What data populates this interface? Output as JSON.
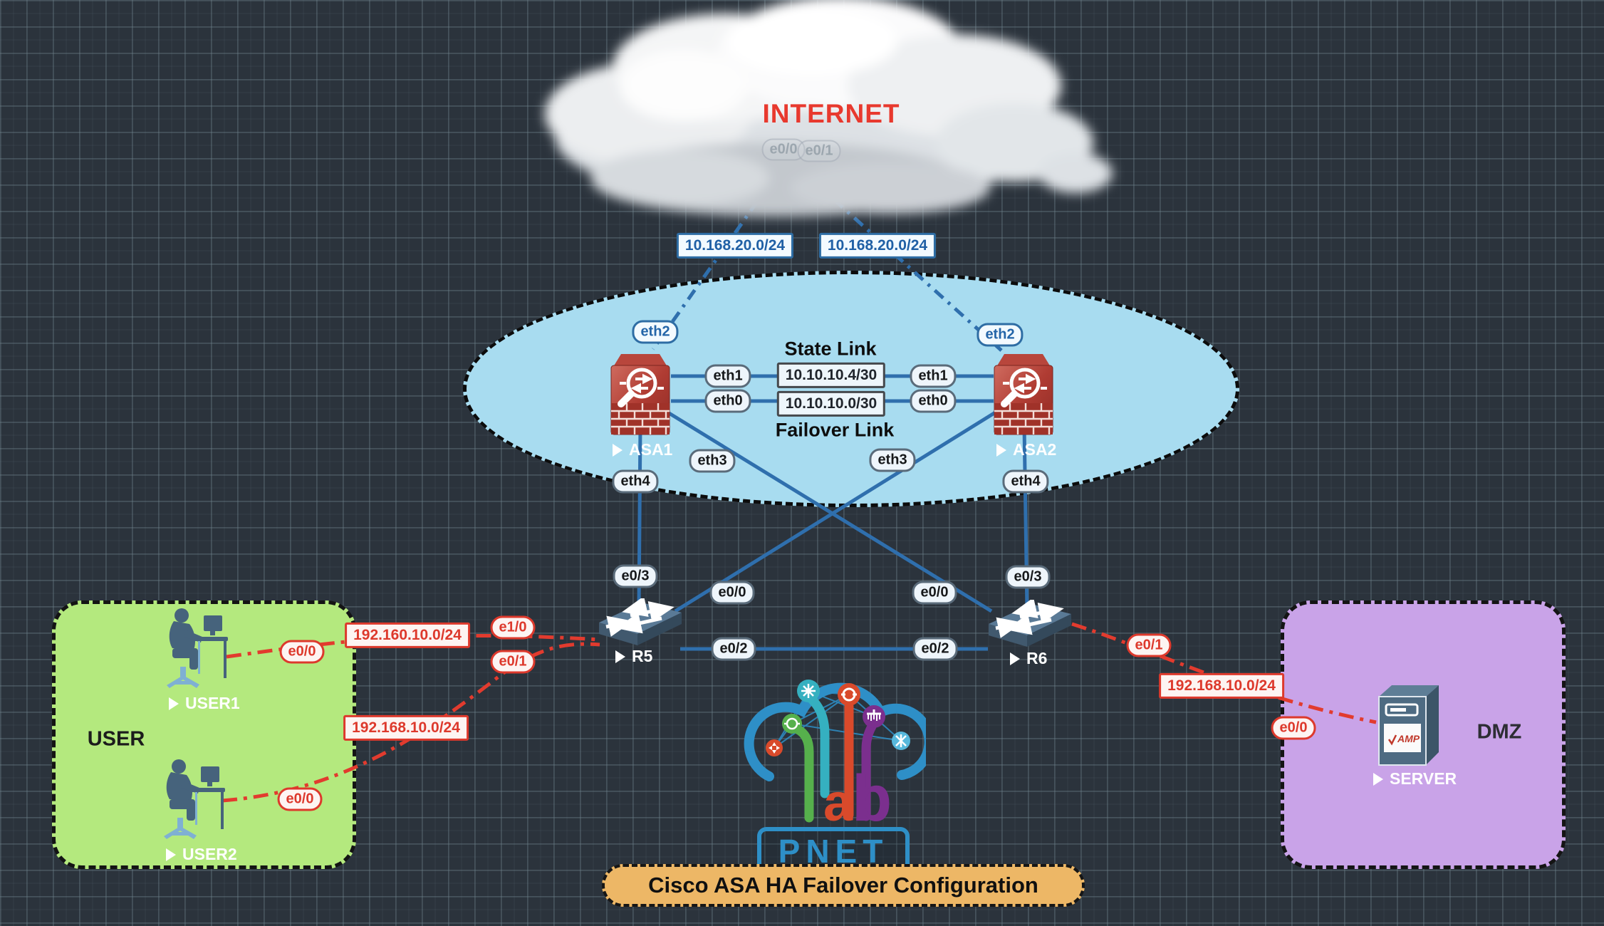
{
  "banner": {
    "title": "Cisco ASA HA Failover Configuration"
  },
  "cloud": {
    "label": "INTERNET",
    "port_left": "e0/0",
    "port_right": "e0/1"
  },
  "wan": {
    "left_subnet": "10.168.20.0/24",
    "right_subnet": "10.168.20.0/24"
  },
  "ha": {
    "state_label": "State Link",
    "state_subnet": "10.10.10.4/30",
    "failover_label": "Failover Link",
    "failover_subnet": "10.10.10.0/30"
  },
  "devices": {
    "asa1": "ASA1",
    "asa2": "ASA2",
    "r5": "R5",
    "r6": "R6",
    "user1": "USER1",
    "user2": "USER2",
    "server": "SERVER",
    "server_logo": "AMP"
  },
  "zones": {
    "user": "USER",
    "dmz": "DMZ"
  },
  "ports": {
    "asa1_eth2": "eth2",
    "asa1_eth1": "eth1",
    "asa1_eth0": "eth0",
    "asa1_eth3": "eth3",
    "asa1_eth4": "eth4",
    "asa2_eth2": "eth2",
    "asa2_eth1": "eth1",
    "asa2_eth0": "eth0",
    "asa2_eth3": "eth3",
    "asa2_eth4": "eth4",
    "r5_e03": "e0/3",
    "r5_e00": "e0/0",
    "r5_e02": "e0/2",
    "r5_e10": "e1/0",
    "r5_e01": "e0/1",
    "r6_e03": "e0/3",
    "r6_e00": "e0/0",
    "r6_e02": "e0/2",
    "r6_e01": "e0/1",
    "user1_e00": "e0/0",
    "user2_e00": "e0/0",
    "server_e00": "e0/0"
  },
  "lan": {
    "user1_subnet": "192.160.10.0/24",
    "user2_subnet": "192.168.10.0/24",
    "dmz_subnet": "192.168.10.0/24"
  },
  "logo": {
    "a": "a",
    "b": "b",
    "pnet": "PNET"
  },
  "colors": {
    "link_blue": "#2f6fad",
    "link_red": "#e23b2e",
    "zone_user": "#b4e97e",
    "zone_dmz": "#c9a3e8",
    "ha_ellipse": "#a8dcf0",
    "banner_bg": "#edb766",
    "internet_text": "#e8392e"
  }
}
